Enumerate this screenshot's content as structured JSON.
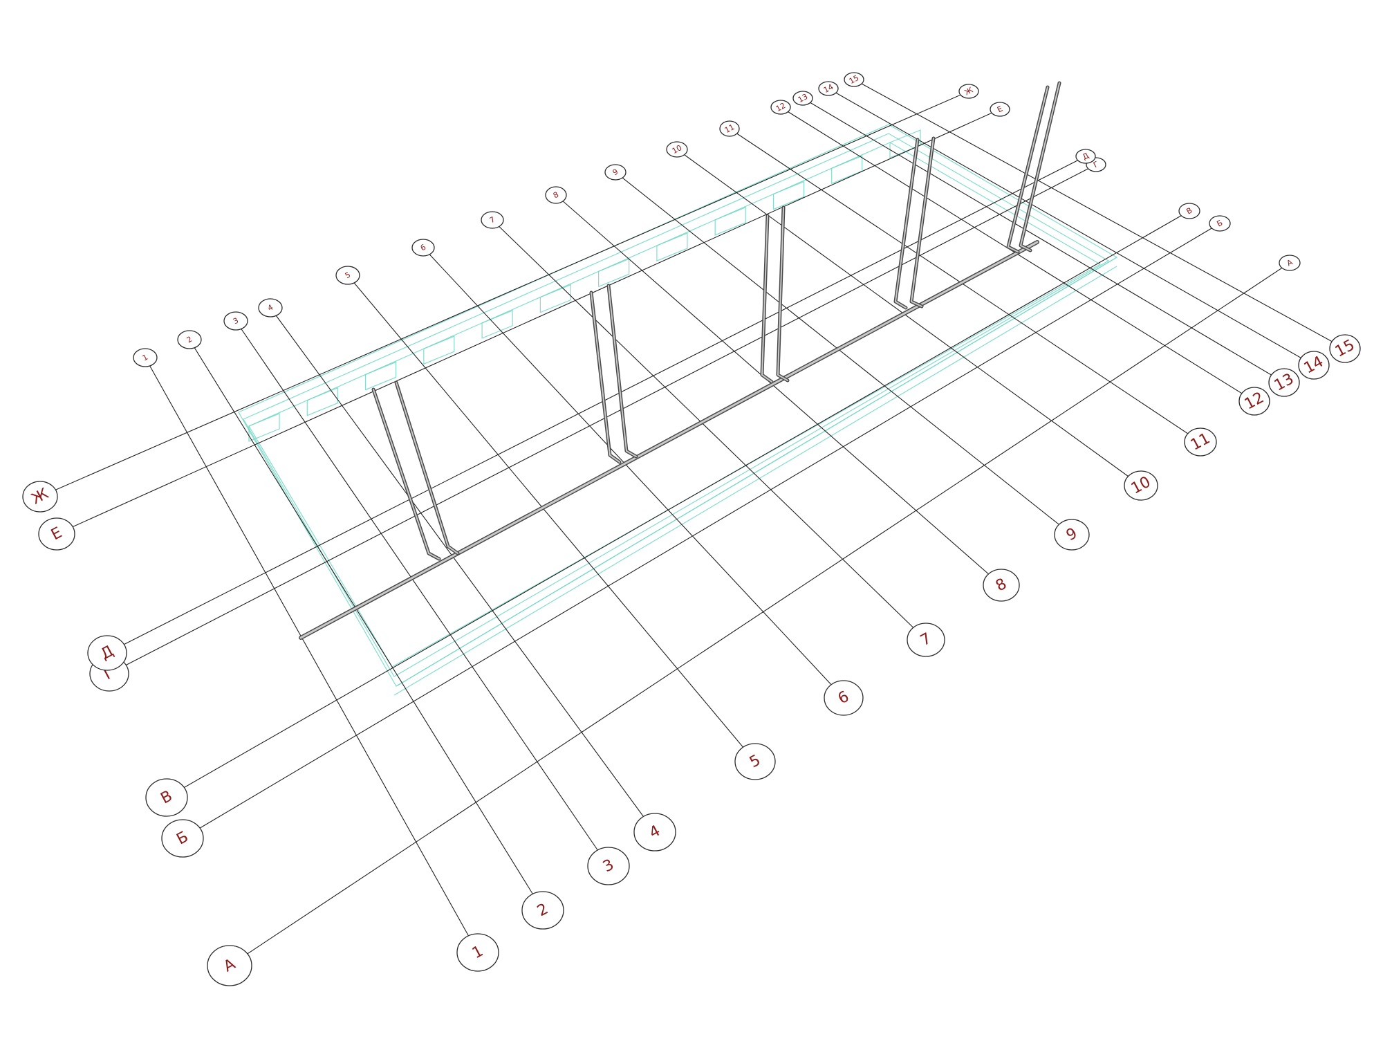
{
  "diagram": {
    "column_axes": [
      {
        "id": "1",
        "label": "1"
      },
      {
        "id": "2",
        "label": "2"
      },
      {
        "id": "3",
        "label": "3"
      },
      {
        "id": "4",
        "label": "4"
      },
      {
        "id": "5",
        "label": "5"
      },
      {
        "id": "6",
        "label": "6"
      },
      {
        "id": "7",
        "label": "7"
      },
      {
        "id": "8",
        "label": "8"
      },
      {
        "id": "9",
        "label": "9"
      },
      {
        "id": "10",
        "label": "10"
      },
      {
        "id": "11",
        "label": "11"
      },
      {
        "id": "12",
        "label": "12"
      },
      {
        "id": "13",
        "label": "13"
      },
      {
        "id": "14",
        "label": "14"
      },
      {
        "id": "15",
        "label": "15"
      }
    ],
    "row_axes": [
      {
        "id": "A",
        "label": "А"
      },
      {
        "id": "B",
        "label": "Б"
      },
      {
        "id": "V",
        "label": "В"
      },
      {
        "id": "G",
        "label": "Г"
      },
      {
        "id": "D",
        "label": "Д"
      },
      {
        "id": "E",
        "label": "Е"
      },
      {
        "id": "Zh",
        "label": "Ж"
      }
    ],
    "colors": {
      "axis_line": "#1f1f1f",
      "bubble_text": "#8b1a1a",
      "foundation": "#6fd6c3",
      "pipe": "#4a4a4a"
    }
  }
}
